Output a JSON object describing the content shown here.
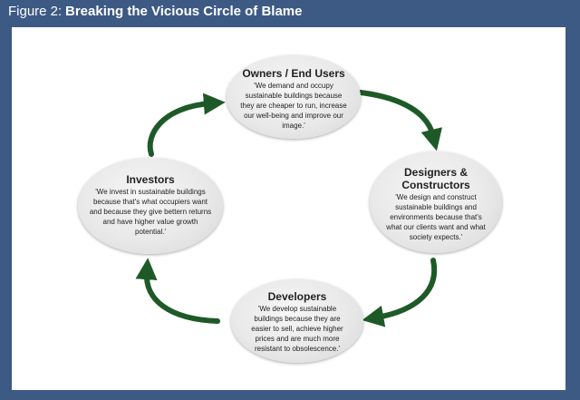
{
  "header": {
    "prefix": "Figure 2:",
    "title": "Breaking the Vicious Circle of Blame"
  },
  "nodes": {
    "owners": {
      "title": "Owners / End Users",
      "quote": "'We demand and occupy sustainable buildings because they are cheaper to run, increase our well-being and improve our image.'"
    },
    "designers": {
      "title": "Designers & Constructors",
      "quote": "'We design and construct sustainable buildings and environments because that's what our clients want and what society expects.'"
    },
    "developers": {
      "title": "Developers",
      "quote": "'We develop sustainable buildings because they are easier to sell, achieve higher prices and are much more resistant to obsolescence.'"
    },
    "investors": {
      "title": "Investors",
      "quote": "'We invest in sustainable buildings because that's what occupiers want and because they give bettern returns and have higher value growth potential.'"
    }
  },
  "colors": {
    "header_bg": "#3d5a85",
    "arrow": "#1e5a28",
    "node_fill": "#e9e9e9"
  }
}
